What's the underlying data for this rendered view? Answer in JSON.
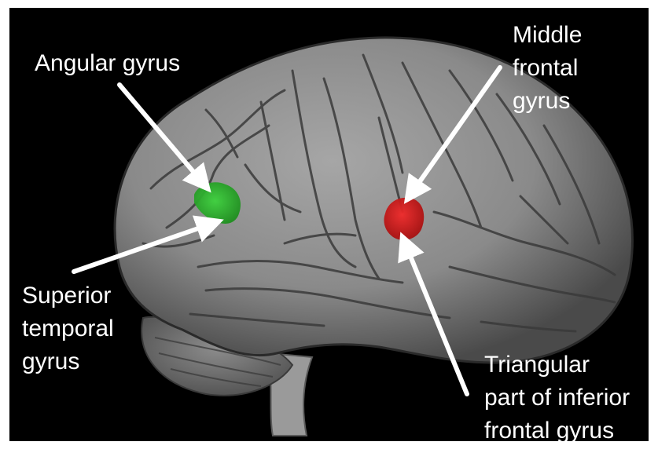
{
  "labels": {
    "angular": "Angular gyrus",
    "middle_frontal": "Middle\nfrontal\ngyrus",
    "superior_temporal": "Superior\ntemporal\ngyrus",
    "triangular": "Triangular\npart of inferior\nfrontal gyrus"
  },
  "colors": {
    "background": "#000000",
    "frame": "#ffffff",
    "label_text": "#ffffff",
    "arrow": "#ffffff",
    "brain_gray": "#8e8e8e",
    "activation_green": "#2fb82f",
    "activation_red": "#e01818"
  }
}
